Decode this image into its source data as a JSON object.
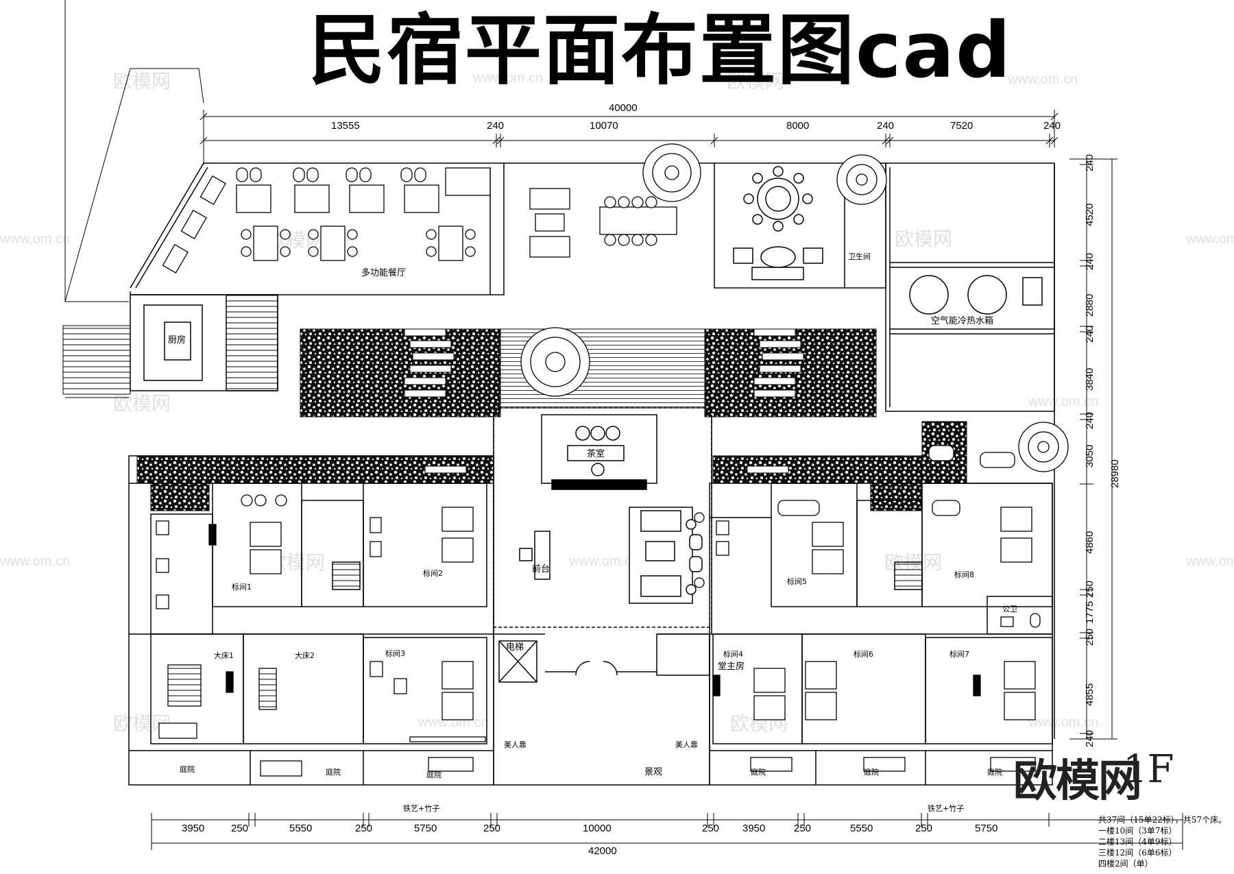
{
  "title": "民宿平面布置图cad",
  "watermark": {
    "cn": "欧模网",
    "url": "www.om.cn"
  },
  "brand_mark": "欧模网",
  "floor_label": "1F",
  "top_dims": {
    "total": "40000",
    "segments": [
      "13555",
      "240",
      "10070",
      "8000",
      "240",
      "7520",
      "240"
    ]
  },
  "bottom_dims": {
    "total": "42000",
    "segments": [
      "3950",
      "250",
      "5550",
      "250",
      "5750",
      "250",
      "10000",
      "250",
      "3950",
      "250",
      "5550",
      "250",
      "5750"
    ]
  },
  "right_dims": {
    "total": "28980",
    "segments": [
      "240",
      "4520",
      "240",
      "2880",
      "240",
      "3840",
      "240",
      "3050",
      "4860",
      "250",
      "1775",
      "250",
      "4855",
      "240"
    ]
  },
  "rooms": {
    "dining": "多功能餐厅",
    "kitchen": "厨房",
    "tea": "茶室",
    "reception": "前台",
    "elevator": "电梯",
    "water": "空气能冷热水箱",
    "wc_staff": "卫生间",
    "wc_public": "公卫",
    "master": "堂主房",
    "view": "景观",
    "yard1": "庭院",
    "yard2": "庭院",
    "yard3": "庭院",
    "yard4": "庭院",
    "yard5": "庭院",
    "yard6": "庭院",
    "bench1": "美人靠",
    "bench2": "美人靠",
    "fence1": "铁艺+竹子",
    "fence2": "铁艺+竹子",
    "std1": "标间1",
    "std2": "标间2",
    "std3": "标间3",
    "std4": "标间4",
    "std5": "标间5",
    "std6": "标间6",
    "std7": "标间7",
    "std8": "标间8",
    "big1": "大床1",
    "big2": "大床2"
  },
  "notes": [
    "共37间（15单22标），共57个床。",
    "一楼10间（3单7标）",
    "二楼13间（4单9标）",
    "三楼12间（6单6标）",
    "四楼2间（单）"
  ]
}
